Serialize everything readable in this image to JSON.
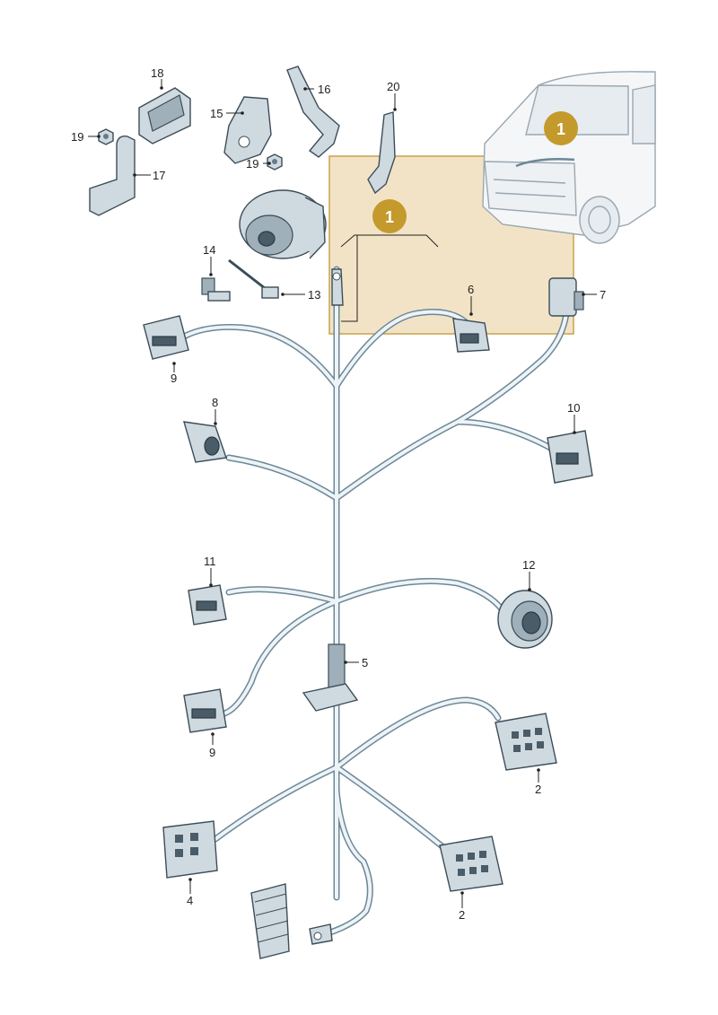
{
  "callouts": {
    "c1": "1",
    "c2": "2",
    "c2b": "2",
    "c4": "4",
    "c5": "5",
    "c6": "6",
    "c7": "7",
    "c8": "8",
    "c9a": "9",
    "c9b": "9",
    "c10": "10",
    "c11": "11",
    "c12": "12",
    "c13": "13",
    "c14": "14",
    "c15": "15",
    "c16": "16",
    "c17": "17",
    "c18": "18",
    "c19a": "19",
    "c19b": "19",
    "c20": "20"
  },
  "badges": {
    "detail": "1",
    "vehicle": "1"
  },
  "colors": {
    "highlight_fill": "#f3e3c6",
    "highlight_border": "#c9a24a",
    "badge": "#c49a2c",
    "wire_outline": "#6b8899",
    "part": "#cfd9e0"
  }
}
